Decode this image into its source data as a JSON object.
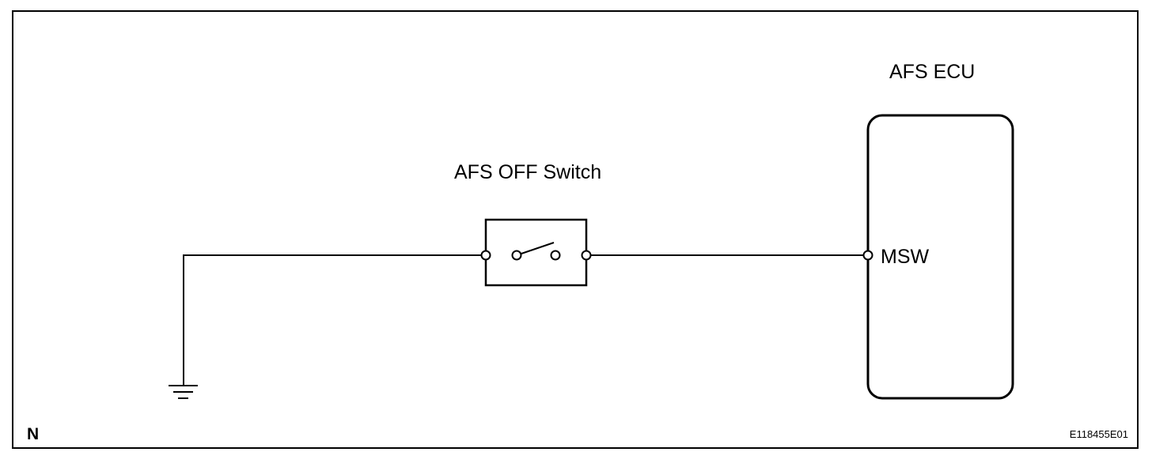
{
  "diagram": {
    "ecu_label": "AFS ECU",
    "switch_label": "AFS OFF Switch",
    "terminal_label": "MSW",
    "corner_mark": "N",
    "figure_code": "E118455E01"
  }
}
